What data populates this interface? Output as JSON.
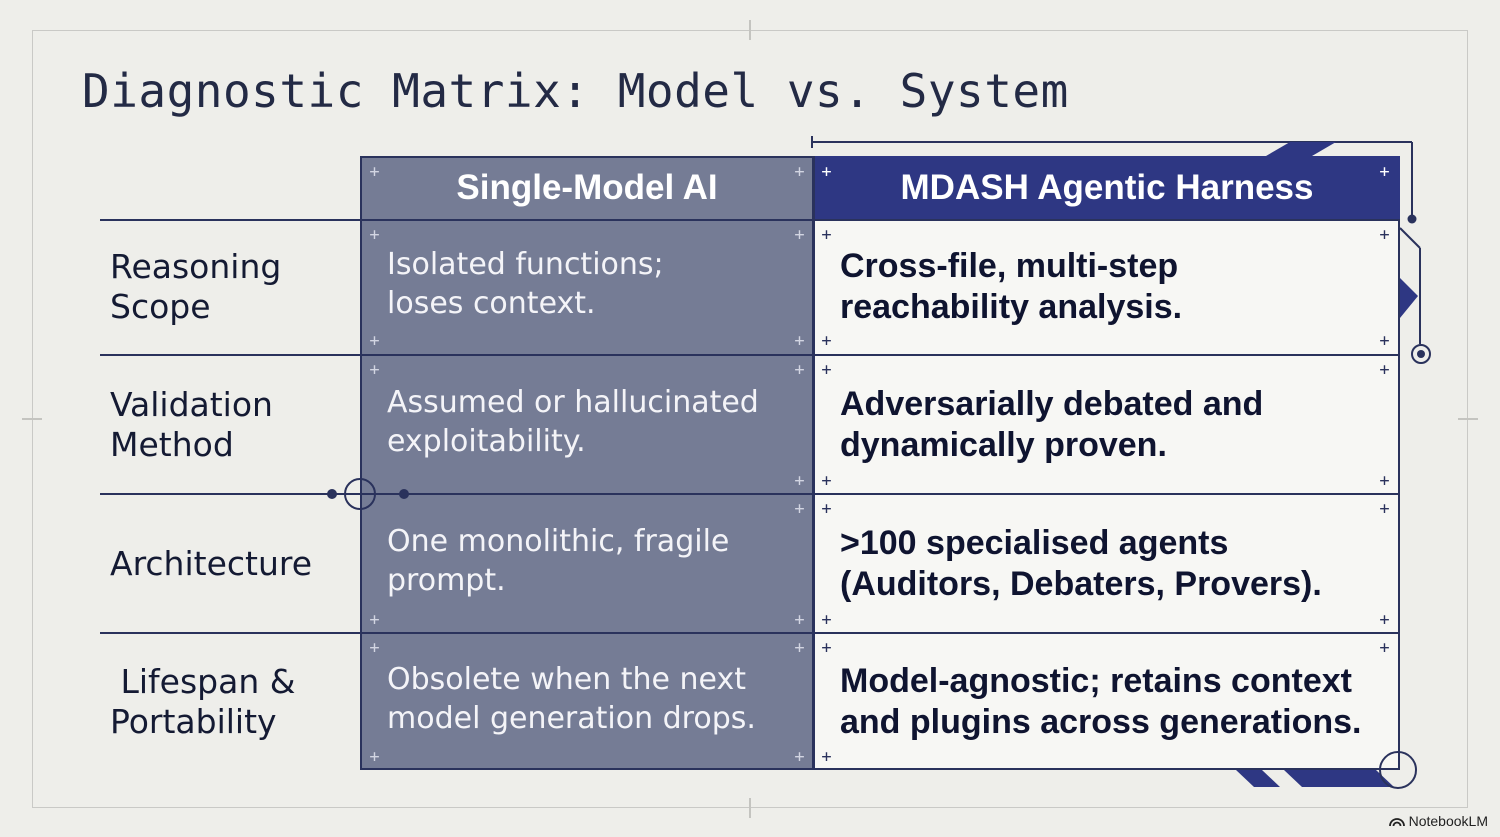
{
  "title": "Diagnostic Matrix: Model vs. System",
  "columns": [
    {
      "label": "Single-Model AI"
    },
    {
      "label": "MDASH Agentic Harness"
    }
  ],
  "rows": [
    {
      "label": [
        "Reasoning",
        "Scope"
      ],
      "single": [
        "Isolated functions;",
        "loses context."
      ],
      "harness": [
        "Cross-file, multi-step",
        "reachability analysis."
      ]
    },
    {
      "label": [
        "Validation",
        "Method"
      ],
      "single": [
        "Assumed or hallucinated",
        "exploitability."
      ],
      "harness": [
        "Adversarially debated and",
        "dynamically proven."
      ]
    },
    {
      "label": [
        "Architecture"
      ],
      "single": [
        "One monolithic, fragile",
        "prompt."
      ],
      "harness": [
        ">100 specialised agents",
        "(Auditors, Debaters, Provers)."
      ]
    },
    {
      "label": [
        " Lifespan &",
        "Portability"
      ],
      "single": [
        "Obsolete when the next",
        "model generation drops."
      ],
      "harness": [
        "Model-agnostic; retains context",
        "and plugins across generations."
      ]
    }
  ],
  "branding": {
    "name": "NotebookLM",
    "icon": "notebooklm-logo-icon"
  },
  "colors": {
    "background": "#eeeeea",
    "single_column": "#757c95",
    "harness_header": "#2e3783",
    "harness_body": "#f7f7f4",
    "ink": "#2a325c"
  }
}
